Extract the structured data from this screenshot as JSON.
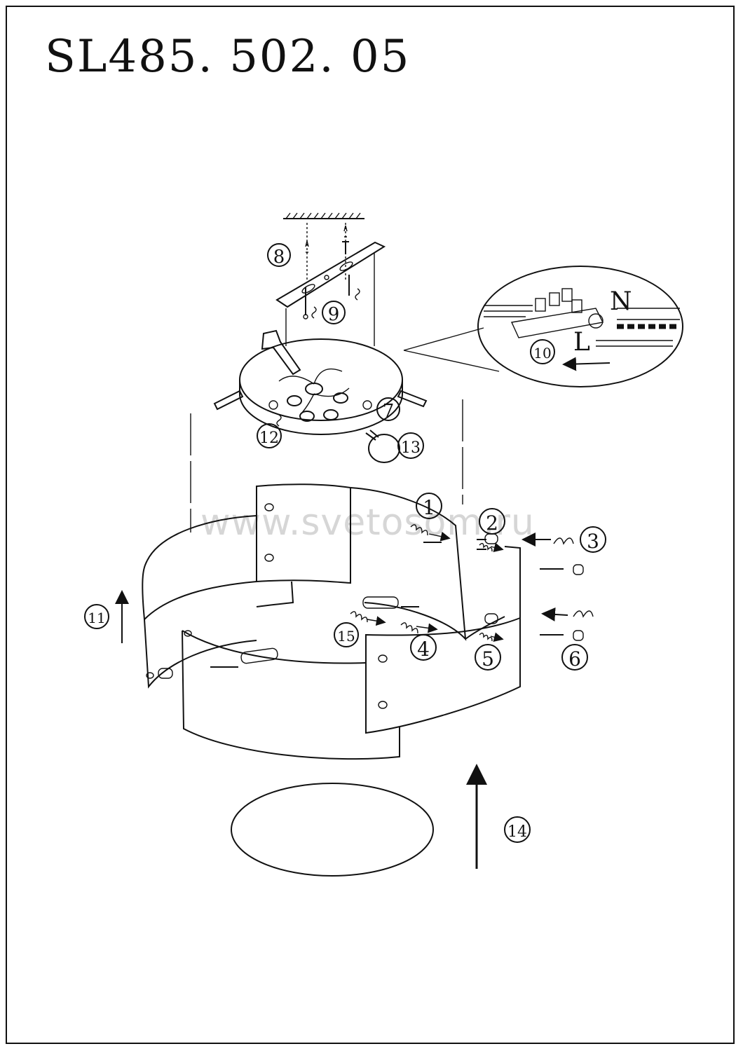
{
  "title": "SL485. 502. 05",
  "watermark": "www.svetosom.ru",
  "wiring": {
    "neutral": "N",
    "live": "L"
  },
  "callouts": [
    "1",
    "2",
    "3",
    "4",
    "5",
    "6",
    "7",
    "8",
    "9",
    "10",
    "11",
    "12",
    "13",
    "14",
    "15"
  ]
}
